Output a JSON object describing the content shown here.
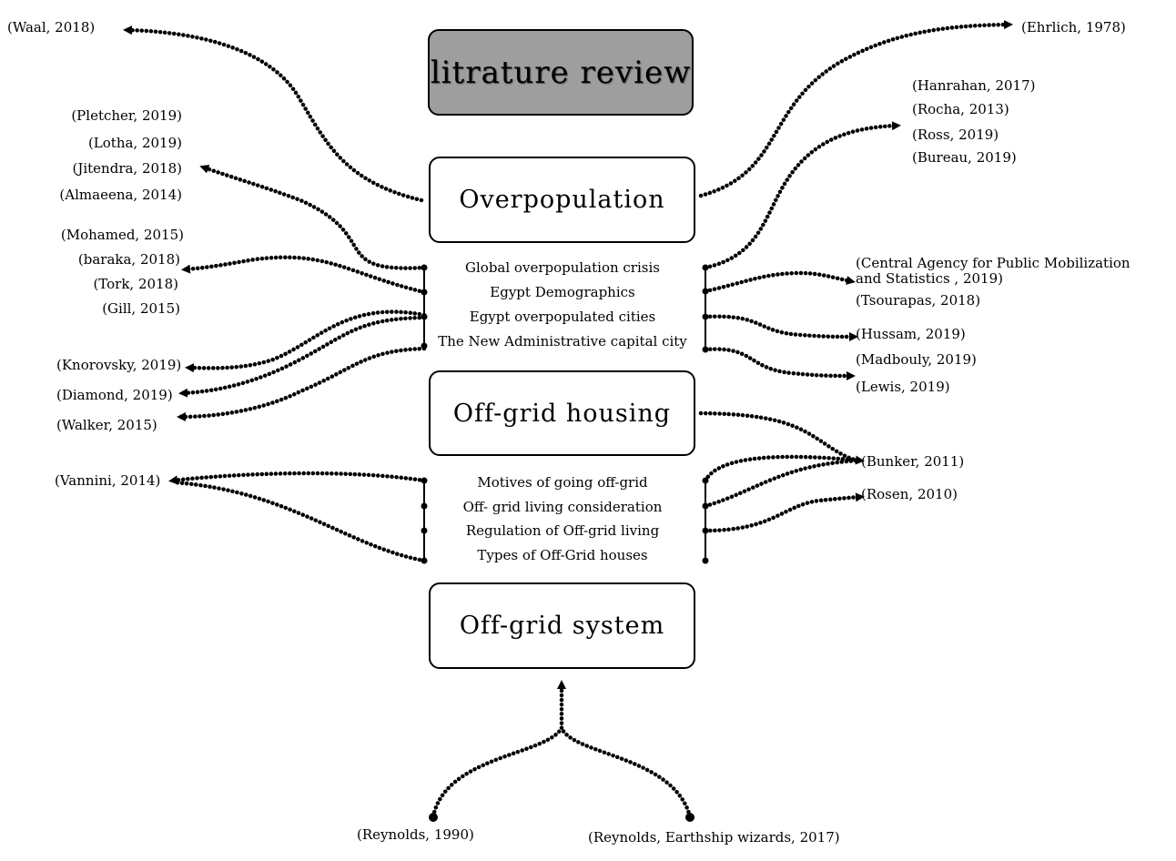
{
  "title": "litrature review",
  "sections": {
    "overpopulation": "Overpopulation",
    "off_grid_housing": "Off-grid housing",
    "off_grid_system": "Off-grid system"
  },
  "topics_overpopulation": [
    "Global overpopulation crisis",
    "Egypt Demographics",
    "Egypt overpopulated cities",
    "The New Administrative capital city"
  ],
  "topics_housing": [
    "Motives of going off-grid",
    "Off- grid living consideration",
    "Regulation of Off-grid living",
    "Types of Off-Grid houses"
  ],
  "refs_left": [
    "(Waal, 2018)",
    "(Pletcher, 2019)",
    "(Lotha, 2019)",
    "(Jitendra, 2018)",
    "(Almaeena, 2014)",
    "(Mohamed, 2015)",
    "(baraka, 2018)",
    "(Tork, 2018)",
    "(Gill, 2015)",
    "(Knorovsky, 2019)",
    "(Diamond, 2019)",
    "(Walker, 2015)",
    "(Vannini, 2014)"
  ],
  "refs_right": [
    "(Ehrlich, 1978)",
    "(Hanrahan, 2017)",
    "(Rocha, 2013)",
    "(Ross, 2019)",
    "(Bureau, 2019)",
    "(Central Agency for Public Mobilization",
    "and Statistics , 2019)",
    "(Tsourapas, 2018)",
    "(Hussam, 2019)",
    "(Madbouly, 2019)",
    "(Lewis, 2019)",
    "(Bunker, 2011)",
    "(Rosen, 2010)"
  ],
  "refs_bottom": [
    "(Reynolds, 1990)",
    "(Reynolds, Earthship wizards, 2017)"
  ]
}
